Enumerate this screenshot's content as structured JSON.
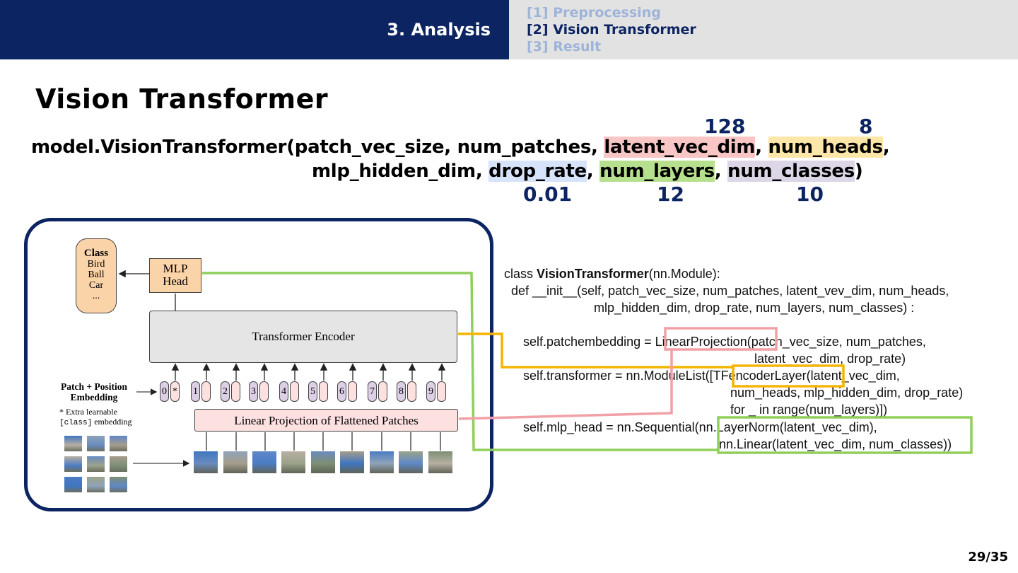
{
  "header": {
    "section": "3. Analysis",
    "nav": [
      {
        "label": "[1] Preprocessing",
        "active": false
      },
      {
        "label": "[2] Vision Transformer",
        "active": true
      },
      {
        "label": "[3] Result",
        "active": false
      }
    ],
    "colors": {
      "navy": "#0c2461",
      "nav_inactive": "#9db3d9",
      "right_bg": "#e2e2e2"
    }
  },
  "slide": {
    "title": "Vision Transformer",
    "page": "29/35"
  },
  "signature": {
    "prefix": "model.VisionTransformer(patch_vec_size, num_patches, ",
    "latent": "latent_vec_dim",
    "sep1": ", ",
    "heads": "num_heads",
    "comma1": ",",
    "line2_start": "mlp_hidden_dim, ",
    "drop": "drop_rate",
    "sep2": ", ",
    "layers": "num_layers",
    "sep3": ", ",
    "classes": "num_classes",
    "close": ")"
  },
  "param_values": {
    "latent_vec_dim": "128",
    "num_heads": "8",
    "drop_rate": "0.01",
    "num_layers": "12",
    "num_classes": "10"
  },
  "diagram": {
    "class_title": "Class",
    "class_items": [
      "Bird",
      "Ball",
      "Car",
      "..."
    ],
    "mlp_head_l1": "MLP",
    "mlp_head_l2": "Head",
    "encoder": "Transformer Encoder",
    "linear": "Linear Projection of Flattened Patches",
    "pp_label_l1": "Patch + Position",
    "pp_label_l2": "Embedding",
    "extra_l1": "* Extra learnable",
    "extra_mono": "[class]",
    "extra_l2": " embedding",
    "tokens": [
      {
        "n": "0",
        "p": "*"
      },
      {
        "n": "1",
        "p": ""
      },
      {
        "n": "2",
        "p": ""
      },
      {
        "n": "3",
        "p": ""
      },
      {
        "n": "4",
        "p": ""
      },
      {
        "n": "5",
        "p": ""
      },
      {
        "n": "6",
        "p": ""
      },
      {
        "n": "7",
        "p": ""
      },
      {
        "n": "8",
        "p": ""
      },
      {
        "n": "9",
        "p": ""
      }
    ]
  },
  "code": {
    "l1_pre": "class ",
    "l1_bold": "VisionTransformer",
    "l1_post": "(nn.Module):",
    "l2": "def __init__(self, patch_vec_size, num_patches, latent_vev_dim, num_heads,",
    "l3": "mlp_hidden_dim, drop_rate, num_layers, num_classes) :",
    "l4": "self.patchembedding = LinearProjection(patch_vec_size, num_patches,",
    "l5": "latent_vec_dim, drop_rate)",
    "l6": "self.transformer = nn.ModuleList([TFencoderLayer(latent_vec_dim,",
    "l7": "num_heads, mlp_hidden_dim, drop_rate)",
    "l8": "for _ in range(num_layers)])",
    "l9": "self.mlp_head = nn.Sequential(nn.LayerNorm(latent_vec_dim),",
    "l10": "nn.Linear(latent_vec_dim, num_classes))"
  },
  "connector_colors": {
    "green": "#8fcf5a",
    "yellow": "#f5b400",
    "pink": "#f2a0a6"
  }
}
